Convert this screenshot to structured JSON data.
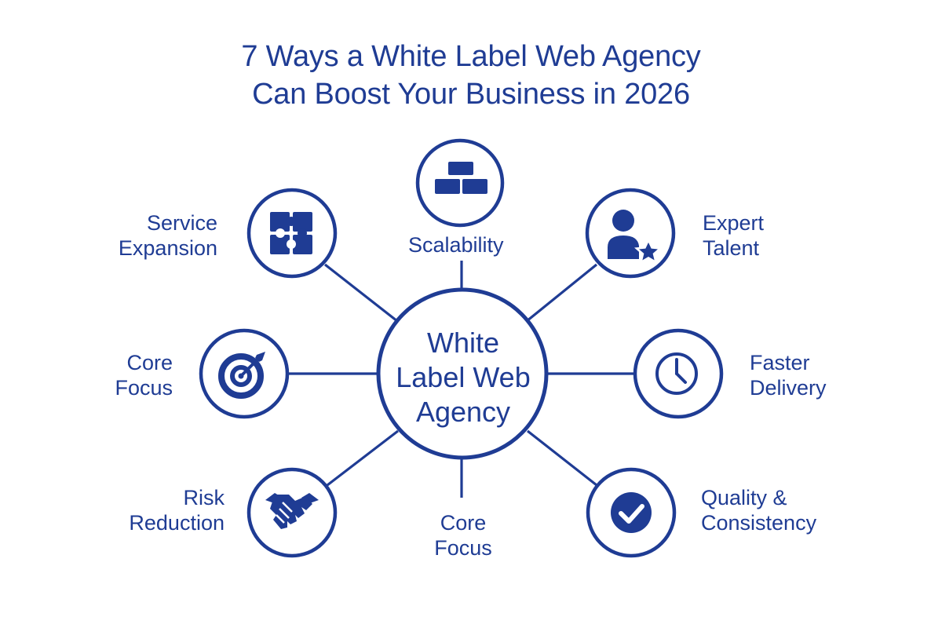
{
  "title": {
    "line1": "7 Ways a White Label Web Agency",
    "line2": "Can Boost Your Business in 2026"
  },
  "center": {
    "line1": "White",
    "line2": "Label Web",
    "line3": "Agency"
  },
  "nodes": [
    {
      "id": "scalability",
      "label_lines": [
        "Scalability"
      ],
      "icon": "blocks-icon"
    },
    {
      "id": "service-expansion",
      "label_lines": [
        "Service",
        "Expansion"
      ],
      "icon": "puzzle-icon"
    },
    {
      "id": "expert-talent",
      "label_lines": [
        "Expert",
        "Talent"
      ],
      "icon": "user-star-icon"
    },
    {
      "id": "core-focus-left",
      "label_lines": [
        "Core",
        "Focus"
      ],
      "icon": "target-icon"
    },
    {
      "id": "faster-delivery",
      "label_lines": [
        "Faster",
        "Delivery"
      ],
      "icon": "clock-icon"
    },
    {
      "id": "risk-reduction",
      "label_lines": [
        "Risk",
        "Reduction"
      ],
      "icon": "handshake-icon"
    },
    {
      "id": "core-focus-bottom",
      "label_lines": [
        "Core",
        "Focus"
      ],
      "icon": null
    },
    {
      "id": "quality-consistency",
      "label_lines": [
        "Quality &",
        "Consistency"
      ],
      "icon": "checkmark-icon"
    }
  ],
  "colors": {
    "primary": "#1f3c94",
    "background": "#ffffff"
  }
}
